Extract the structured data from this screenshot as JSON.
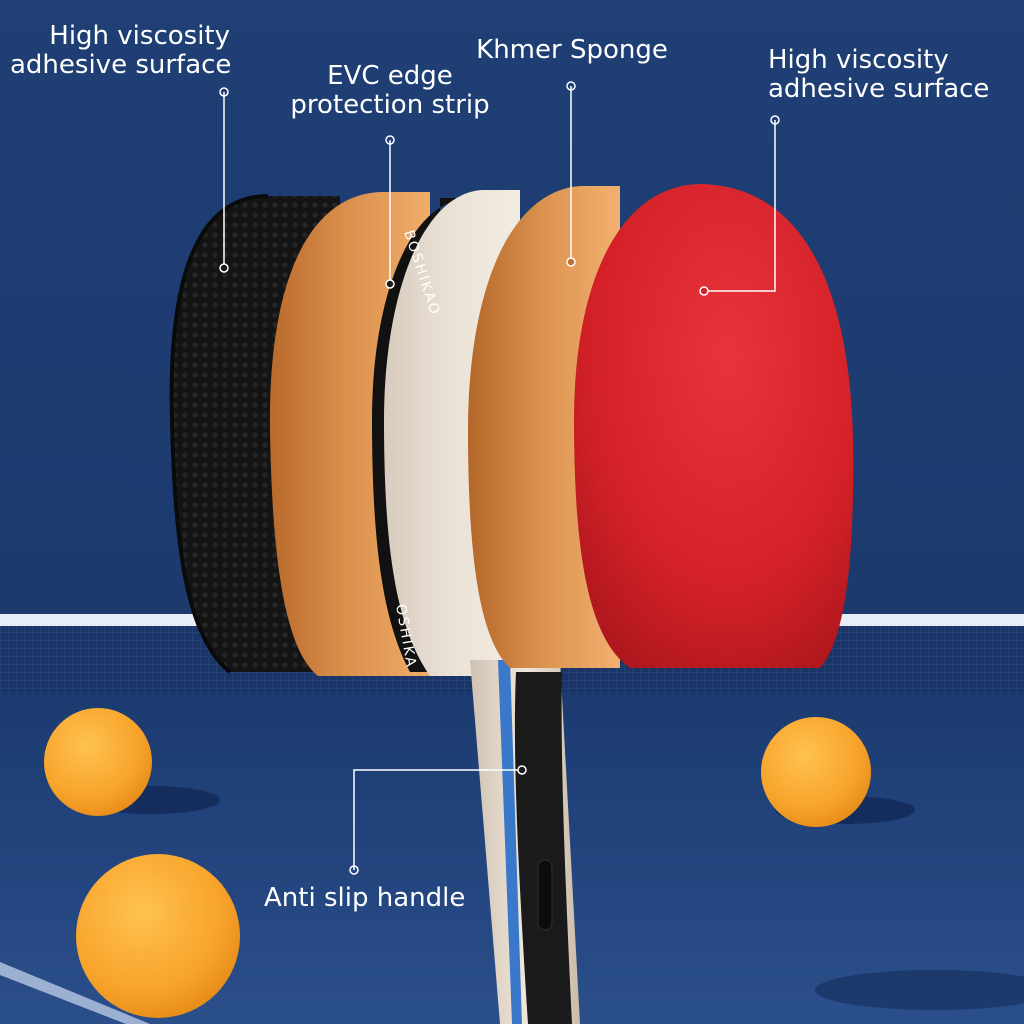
{
  "callouts": {
    "left_adhesive": {
      "line1": "High viscosity",
      "line2": "adhesive surface"
    },
    "evc_edge": {
      "line1": "EVC edge",
      "line2": "protection strip"
    },
    "sponge": {
      "text": "Khmer Sponge"
    },
    "right_adhesive": {
      "line1": "High viscosity",
      "line2": "adhesive surface"
    },
    "handle": {
      "text": "Anti slip handle"
    }
  },
  "blade_brand": "BOSHIKAO",
  "blade_brand_lower": "OSHIKA",
  "colors": {
    "background": "#1e3f74",
    "net_white": "#e8eef8",
    "ball_orange": "#f7a32b",
    "black_rubber": "#151515",
    "sponge_orange": "#e6a25c",
    "red_rubber": "#d9232b",
    "wood": "#e8ddd0",
    "callout_line": "#ffffff"
  }
}
